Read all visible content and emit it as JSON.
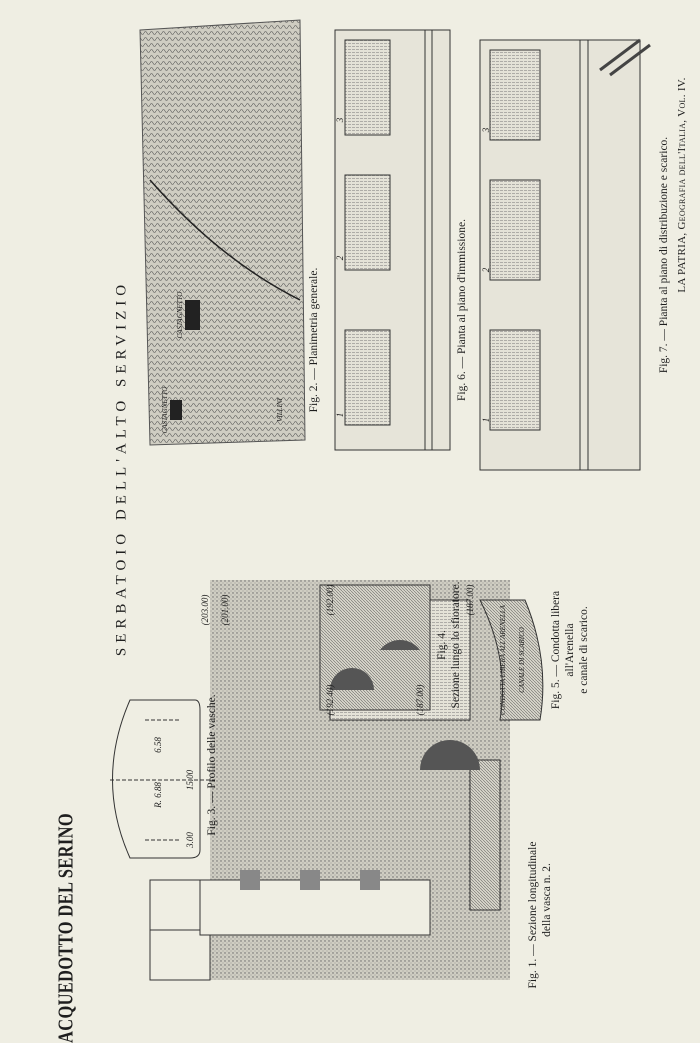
{
  "header": "LA PATRIA, Geografia dell'Italia, Vol. IV.",
  "title": "ACQUEDOTTO DEL SERINO",
  "subtitle": "SERBATOIO DELL'ALTO SERVIZIO",
  "figures": {
    "fig1": {
      "caption_line1": "Fig. 1. — Sezione longitudinale",
      "caption_line2": "della vasca n. 2.",
      "labels": [
        "(203.00)",
        "(201.00)",
        "(192.00)",
        "(187.00)"
      ]
    },
    "fig2": {
      "caption": "Fig. 2. — Planimetria generale.",
      "labels": [
        "CASTAGNETTO",
        "CASTAGNETTO",
        "VILLINI"
      ]
    },
    "fig3": {
      "caption": "Fig. 3. — Profilo delle vasche.",
      "labels": [
        "6.58",
        "R. 6.88",
        "15.00",
        "3.00"
      ]
    },
    "fig4": {
      "caption_line1": "Fig. 4.",
      "caption_line2": "Sezione lungo lo sfioratore.",
      "labels": [
        "(192.40)",
        "(187.00)"
      ]
    },
    "fig5": {
      "caption_line1": "Fig. 5. — Condotta libera",
      "caption_line2": "all'Arenella",
      "caption_line3": "e canale di scarico.",
      "labels": [
        "CONDOTTA LIBERA ALL'ARENELLA",
        "CANALE DI SCARICO"
      ]
    },
    "fig6": {
      "caption": "Fig. 6. — Pianta al piano d'immissione.",
      "tank_numbers": [
        "1",
        "2",
        "3"
      ]
    },
    "fig7": {
      "caption": "Fig. 7. — Pianta al piano di distribuzione e scarico.",
      "tank_numbers": [
        "1",
        "2",
        "3"
      ]
    }
  }
}
